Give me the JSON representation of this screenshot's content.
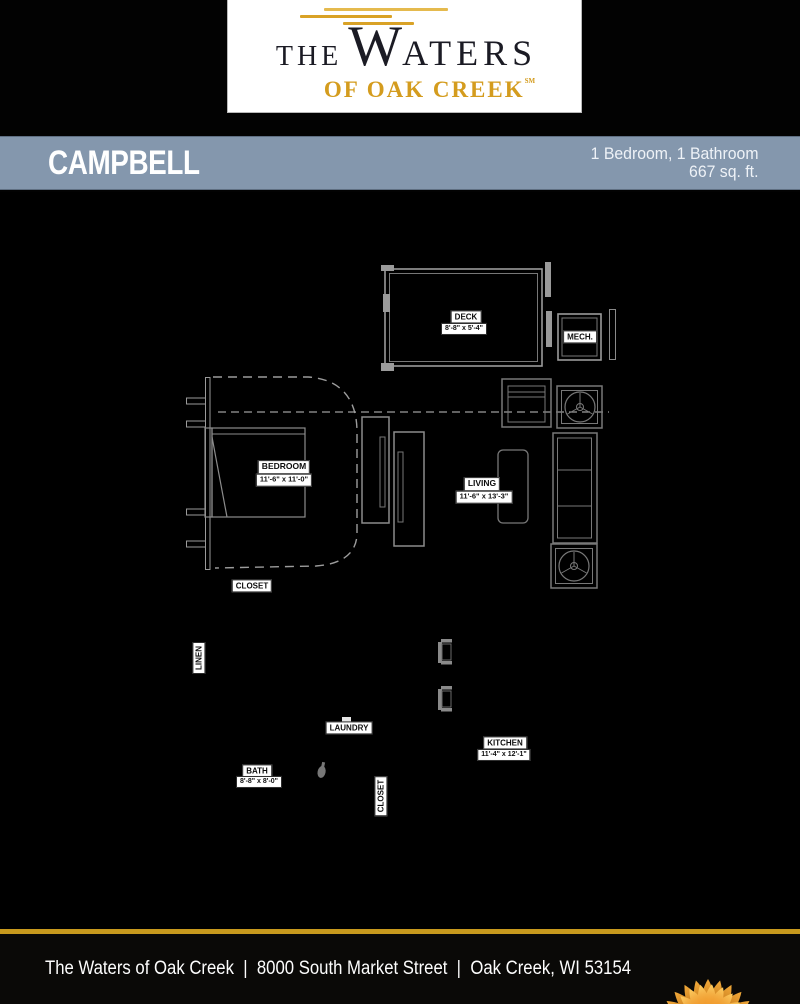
{
  "brand": {
    "line1_prefix": "THE",
    "line1_main_initial": "W",
    "line1_main_rest": "ATERS",
    "line2": "OF OAK CREEK",
    "trademark": "SM"
  },
  "banner": {
    "plan_name": "CAMPBELL",
    "details_line1": "1 Bedroom, 1 Bathroom",
    "details_line2": "667 sq. ft."
  },
  "floorplan": {
    "labels": {
      "deck": {
        "name": "DECK",
        "dims": "8'-8\" x 5'-4\""
      },
      "mech": {
        "name": "MECH."
      },
      "bedroom": {
        "name": "BEDROOM",
        "dims": "11'-6\" x 11'-0\""
      },
      "living": {
        "name": "LIVING",
        "dims": "11'-6\" x 13'-3\""
      },
      "bedroom_closet": {
        "name": "CLOSET"
      },
      "linen": {
        "name": "LINEN"
      },
      "laundry": {
        "name": "LAUNDRY"
      },
      "bath": {
        "name": "BATH",
        "dims": "8'-8\" x 8'-0\""
      },
      "hall_closet": {
        "name": "CLOSET"
      },
      "kitchen": {
        "name": "KITCHEN",
        "dims": "11'-4\" x 12'-1\""
      }
    }
  },
  "footer": {
    "address": "The Waters of Oak Creek  |  8000 South Market Street  |  Oak Creek, WI 53154"
  },
  "colors": {
    "banner_bg": "#8497AD",
    "brand_gold": "#D49C1E",
    "divider_gold": "#C7991D",
    "flower_orange": "#E8932B",
    "plan_line_gray": "#9A9A9A"
  }
}
